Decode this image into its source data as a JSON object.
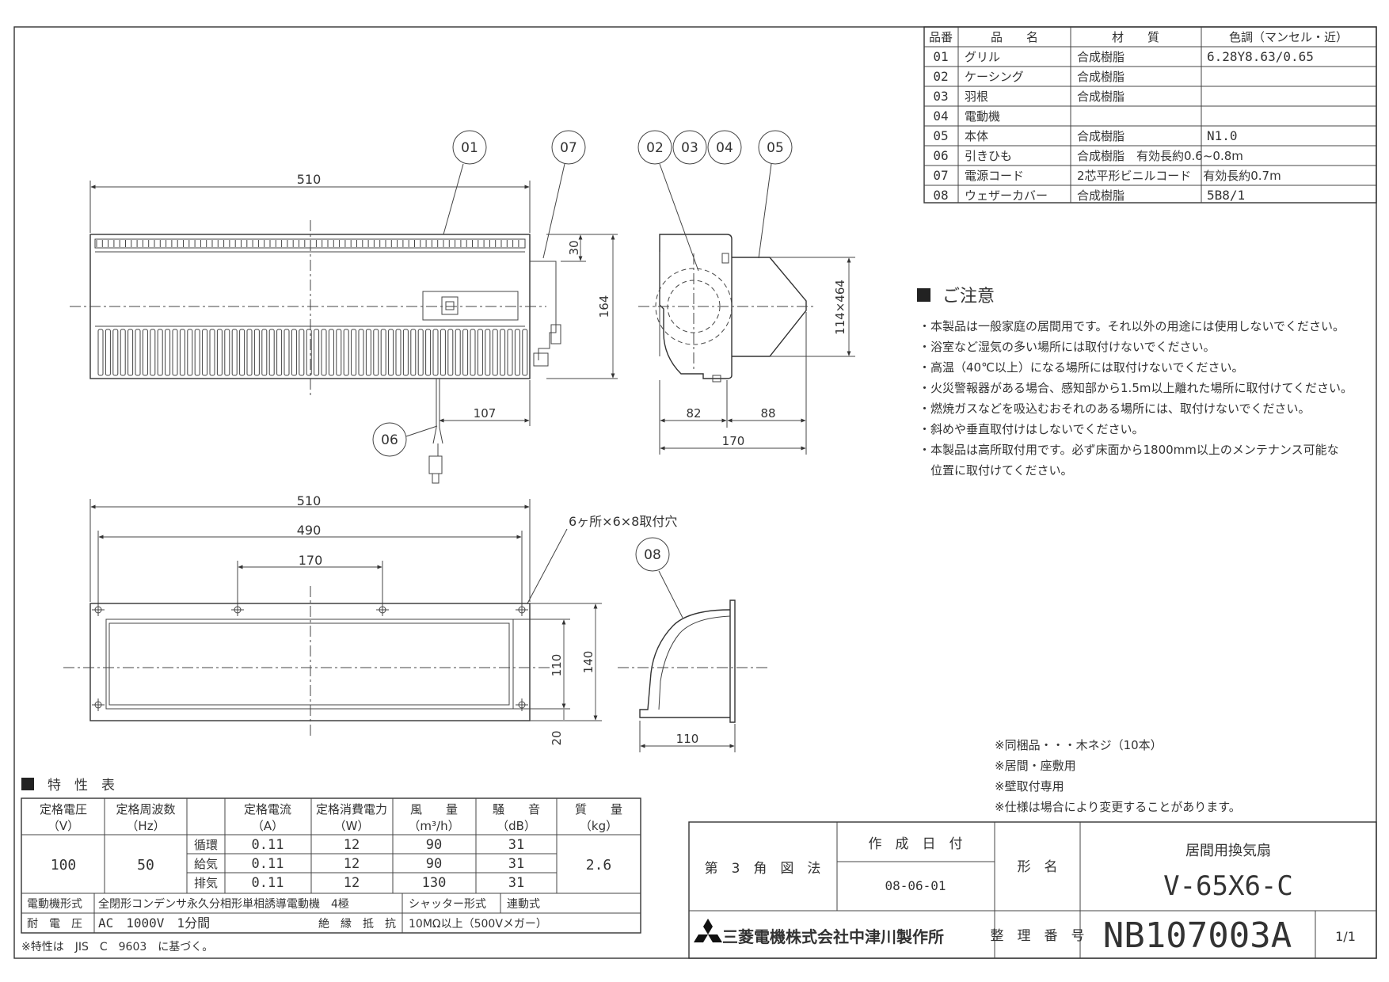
{
  "parts_table": {
    "headers": [
      "品番",
      "品　　名",
      "材　　質",
      "色調（マンセル・近）"
    ],
    "rows": [
      {
        "no": "01",
        "name": "グリル",
        "material": "合成樹脂",
        "color": "6.28Y8.63/0.65"
      },
      {
        "no": "02",
        "name": "ケーシング",
        "material": "合成樹脂",
        "color": ""
      },
      {
        "no": "03",
        "name": "羽根",
        "material": "合成樹脂",
        "color": ""
      },
      {
        "no": "04",
        "name": "電動機",
        "material": "",
        "color": ""
      },
      {
        "no": "05",
        "name": "本体",
        "material": "合成樹脂",
        "color": "N1.0"
      },
      {
        "no": "06",
        "name": "引きひも",
        "material": "合成樹脂　有効長約0.6~0.8m",
        "color": ""
      },
      {
        "no": "07",
        "name": "電源コード",
        "material": "2芯平形ビニルコード　有効長約0.7m",
        "color": ""
      },
      {
        "no": "08",
        "name": "ウェザーカバー",
        "material": "合成樹脂",
        "color": "5B8/1"
      }
    ]
  },
  "caution": {
    "title": "ご注意",
    "lines": [
      "・本製品は一般家庭の居間用です。それ以外の用途には使用しないでください。",
      "・浴室など湿気の多い場所には取付けないでください。",
      "・高温（40℃以上）になる場所には取付けないでください。",
      "・火災警報器がある場合、感知部から1.5m以上離れた場所に取付けてください。",
      "・燃焼ガスなどを吸込むおそれのある場所には、取付けないでください。",
      "・斜めや垂直取付けはしないでください。",
      "・本製品は高所取付用です。必ず床面から1800mm以上のメンテナンス可能な",
      "　位置に取付けてください。"
    ]
  },
  "drawing": {
    "balloons": [
      "01",
      "07",
      "02",
      "03",
      "04",
      "05",
      "06",
      "08"
    ],
    "dims": {
      "front_width": "510",
      "top_offset": "30",
      "height": "164",
      "cord_offset": "107",
      "duct": "114×464",
      "side_a": "82",
      "side_b": "88",
      "depth": "170",
      "rear_width": "510",
      "rear_inner": "490",
      "rear_pitch": "170",
      "hole_note": "6ヶ所×6×8取付穴",
      "rear_h1": "110",
      "rear_h2": "140",
      "rear_bottom": "20",
      "cover_depth": "110"
    }
  },
  "notes": [
    "※同梱品・・・木ネジ（10本）",
    "※居間・座敷用",
    "※壁取付専用",
    "※仕様は場合により変更することがあります。"
  ],
  "spec": {
    "title": "特　性　表",
    "headers": [
      {
        "l1": "定格電圧",
        "l2": "（V）"
      },
      {
        "l1": "定格周波数",
        "l2": "（Hz）"
      },
      {
        "l1": "",
        "l2": ""
      },
      {
        "l1": "定格電流",
        "l2": "（A）"
      },
      {
        "l1": "定格消費電力",
        "l2": "（W）"
      },
      {
        "l1": "風　　量",
        "l2": "（m³/h）"
      },
      {
        "l1": "騒　　音",
        "l2": "（dB）"
      },
      {
        "l1": "質　　量",
        "l2": "（kg）"
      }
    ],
    "voltage": "100",
    "frequency": "50",
    "mass": "2.6",
    "modes": [
      {
        "mode": "循環",
        "current": "0.11",
        "power": "12",
        "airflow": "90",
        "noise": "31"
      },
      {
        "mode": "給気",
        "current": "0.11",
        "power": "12",
        "airflow": "90",
        "noise": "31"
      },
      {
        "mode": "排気",
        "current": "0.11",
        "power": "12",
        "airflow": "130",
        "noise": "31"
      }
    ],
    "motor_label": "電動機形式",
    "motor_value": "全閉形コンデンサ永久分相形単相誘導電動機　4極",
    "shutter_label": "シャッター形式",
    "shutter_value": "連動式",
    "withstand_label": "耐　電　圧",
    "withstand_value": "AC　1000V　1分間",
    "insulation_label": "絶　縁　抵　抗",
    "insulation_value": "10MΩ以上（500Vメガー）",
    "footnote": "※特性は　JIS　C　9603　に基づく。"
  },
  "title_block": {
    "projection": "第　3　角　図　法",
    "date_label": "作　成　日　付",
    "date": "08-06-01",
    "model_label": "形　名",
    "product_name": "居間用換気扇",
    "model": "V-65X6-C",
    "ref_label": "整　理　番　号",
    "ref_number": "NB107003A",
    "page": "1/1",
    "company": "三菱電機株式会社中津川製作所"
  }
}
